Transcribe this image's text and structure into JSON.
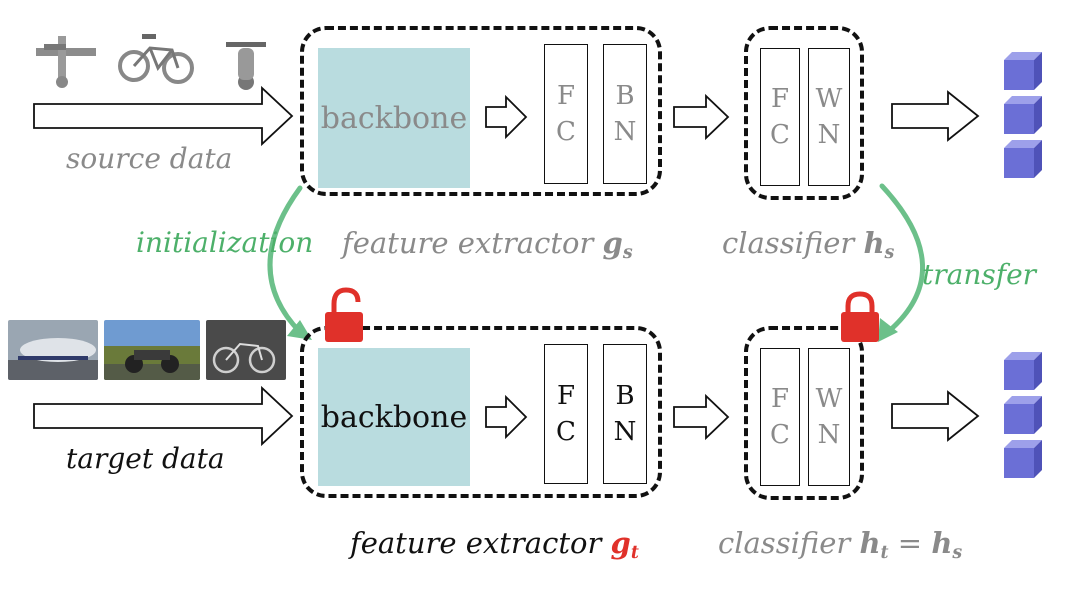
{
  "source": {
    "label": "source data",
    "images": [
      "airplane",
      "bicycle",
      "motorbike"
    ],
    "backbone": "backbone",
    "fe_col1": [
      "F",
      "C"
    ],
    "fe_col2": [
      "B",
      "N"
    ],
    "cls_col1": [
      "F",
      "C"
    ],
    "cls_col2": [
      "W",
      "N"
    ],
    "fe_caption_text": "feature extractor ",
    "fe_caption_sym": "g",
    "fe_caption_sub": "s",
    "cls_caption_text": "classifier ",
    "cls_caption_sym": "h",
    "cls_caption_sub": "s"
  },
  "target": {
    "label": "target data",
    "images": [
      "airplane",
      "motorbike",
      "bicycle"
    ],
    "backbone": "backbone",
    "fe_col1": [
      "F",
      "C"
    ],
    "fe_col2": [
      "B",
      "N"
    ],
    "cls_col1": [
      "F",
      "C"
    ],
    "cls_col2": [
      "W",
      "N"
    ],
    "fe_caption_text": "feature extractor ",
    "fe_caption_sym": "g",
    "fe_caption_sub": "t",
    "cls_caption_text": "classifier ",
    "cls_caption_sym": "h",
    "cls_caption_sub": "t",
    "cls_caption_eq": " = ",
    "cls_caption_sym2": "h",
    "cls_caption_sub2": "s"
  },
  "arrows": {
    "initialization": "initialization",
    "transfer": "transfer"
  },
  "icons": {
    "lock_fe": "unlocked-padlock-icon",
    "lock_cls": "locked-padlock-icon",
    "outputs": "cube-icon"
  },
  "colors": {
    "backbone": "#b9dcdf",
    "green": "#4db06a",
    "red": "#e0312a",
    "gray": "#8a8a8a",
    "cube": "#6b6fd6"
  }
}
